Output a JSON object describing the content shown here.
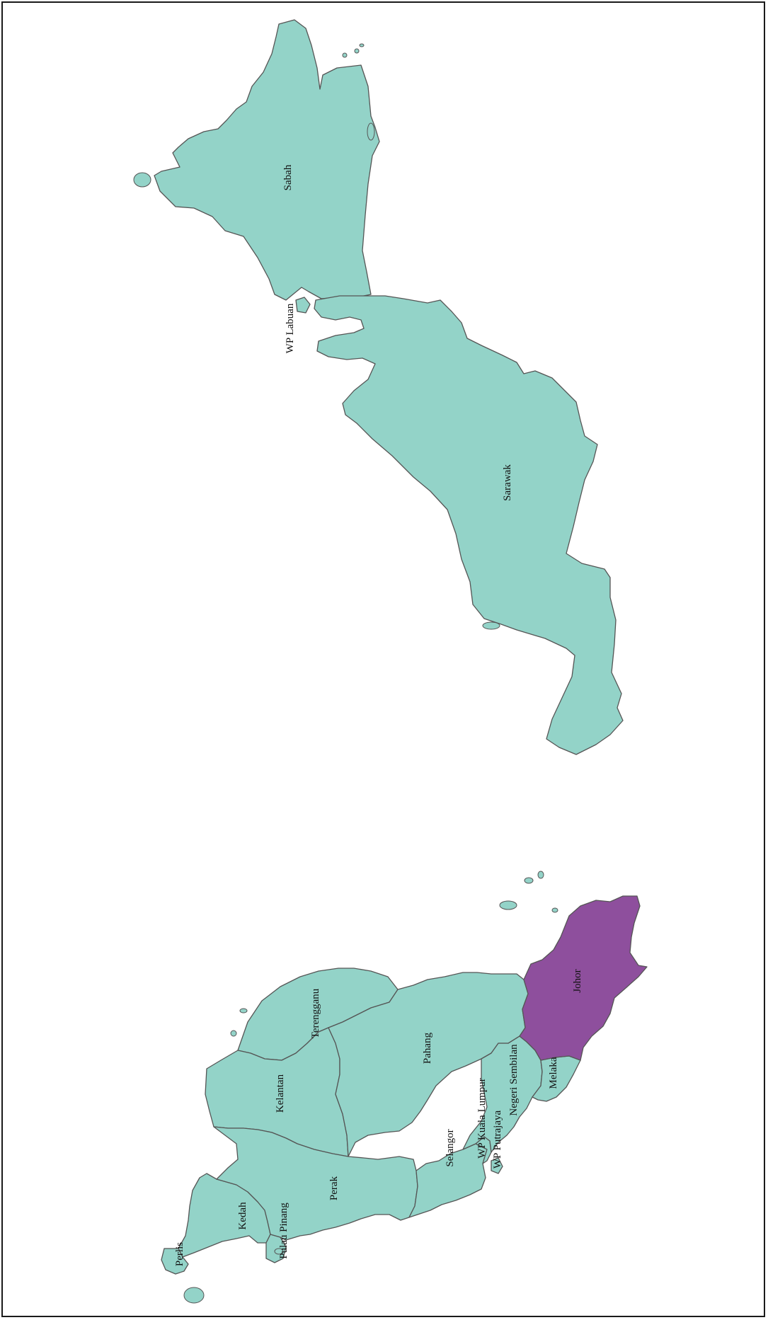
{
  "map": {
    "colors": {
      "default_fill": "#93d3c8",
      "highlight_fill": "#8e4f9d",
      "border": "#555555",
      "frame": "#1a1a1a",
      "background": "#ffffff"
    },
    "highlighted_state": "Johor",
    "states": [
      {
        "key": "sabah",
        "name": "Sabah",
        "highlighted": false
      },
      {
        "key": "wp-labuan",
        "name": "WP Labuan",
        "highlighted": false
      },
      {
        "key": "sarawak",
        "name": "Sarawak",
        "highlighted": false
      },
      {
        "key": "johor",
        "name": "Johor",
        "highlighted": true
      },
      {
        "key": "pahang",
        "name": "Pahang",
        "highlighted": false
      },
      {
        "key": "terengganu",
        "name": "Terengganu",
        "highlighted": false
      },
      {
        "key": "kelantan",
        "name": "Kelantan",
        "highlighted": false
      },
      {
        "key": "perak",
        "name": "Perak",
        "highlighted": false
      },
      {
        "key": "kedah",
        "name": "Kedah",
        "highlighted": false
      },
      {
        "key": "perlis",
        "name": "Perlis",
        "highlighted": false
      },
      {
        "key": "pulau-pinang",
        "name": "Pulau Pinang",
        "highlighted": false
      },
      {
        "key": "selangor",
        "name": "Selangor",
        "highlighted": false
      },
      {
        "key": "wp-kuala-lumpur",
        "name": "WP Kuala Lumpur",
        "highlighted": false
      },
      {
        "key": "wp-putrajaya",
        "name": "WP Putrajaya",
        "highlighted": false
      },
      {
        "key": "negeri-sembilan",
        "name": "Negeri Sembilan",
        "highlighted": false
      },
      {
        "key": "melaka",
        "name": "Melaka",
        "highlighted": false
      }
    ]
  }
}
